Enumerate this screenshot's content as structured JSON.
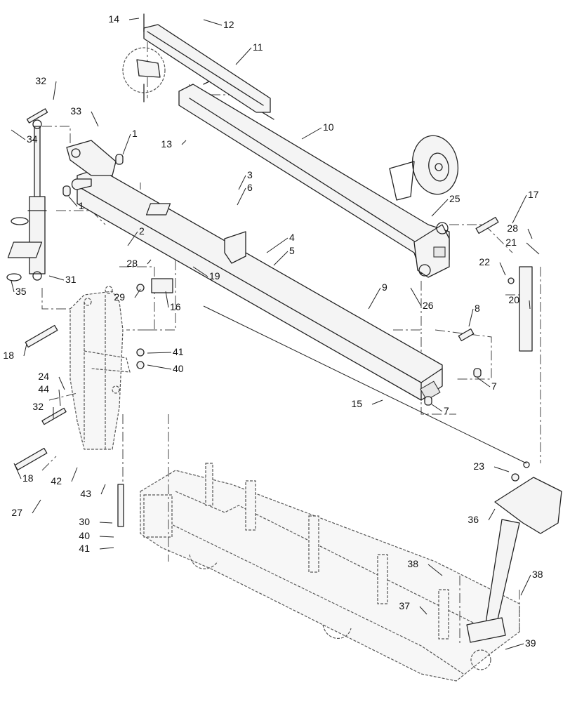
{
  "callouts": [
    {
      "label": "14"
    },
    {
      "label": "12"
    },
    {
      "label": "11"
    },
    {
      "label": "32"
    },
    {
      "label": "33"
    },
    {
      "label": "34"
    },
    {
      "label": "1"
    },
    {
      "label": "13"
    },
    {
      "label": "10"
    },
    {
      "label": "3"
    },
    {
      "label": "6"
    },
    {
      "label": "1"
    },
    {
      "label": "17"
    },
    {
      "label": "25"
    },
    {
      "label": "2"
    },
    {
      "label": "28"
    },
    {
      "label": "4"
    },
    {
      "label": "5"
    },
    {
      "label": "28"
    },
    {
      "label": "21"
    },
    {
      "label": "22"
    },
    {
      "label": "35"
    },
    {
      "label": "31"
    },
    {
      "label": "19"
    },
    {
      "label": "29"
    },
    {
      "label": "16"
    },
    {
      "label": "9"
    },
    {
      "label": "26"
    },
    {
      "label": "20"
    },
    {
      "label": "8"
    },
    {
      "label": "18"
    },
    {
      "label": "41"
    },
    {
      "label": "40"
    },
    {
      "label": "24"
    },
    {
      "label": "44"
    },
    {
      "label": "7"
    },
    {
      "label": "7"
    },
    {
      "label": "15"
    },
    {
      "label": "32"
    },
    {
      "label": "18"
    },
    {
      "label": "23"
    },
    {
      "label": "42"
    },
    {
      "label": "43"
    },
    {
      "label": "27"
    },
    {
      "label": "36"
    },
    {
      "label": "30"
    },
    {
      "label": "40"
    },
    {
      "label": "41"
    },
    {
      "label": "38"
    },
    {
      "label": "38"
    },
    {
      "label": "37"
    },
    {
      "label": "39"
    }
  ]
}
